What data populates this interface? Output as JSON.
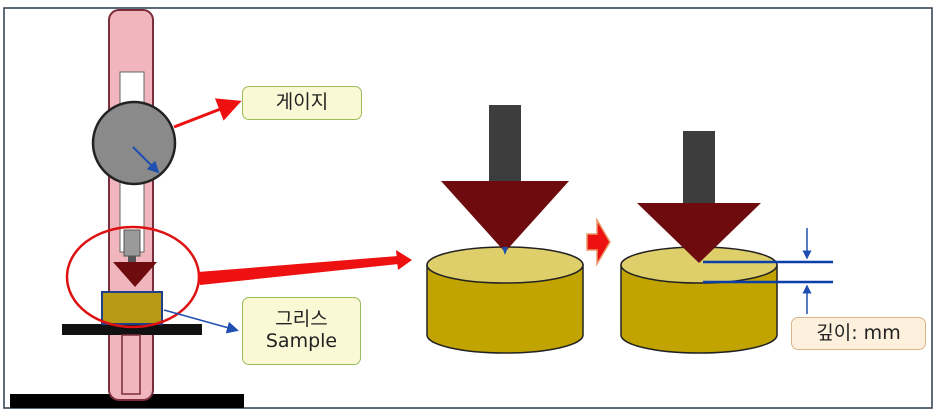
{
  "labels": {
    "gauge": "게이지",
    "grease": "그리스",
    "sample": "Sample",
    "depth": "깊이: mm"
  },
  "colors": {
    "background": "#ffffff",
    "frame_border": "#2b3a4d",
    "stand_pink": "#f0b5bd",
    "stand_pink_border": "#7a2d3a",
    "gauge_dial": "#8a8a8a",
    "cone_maroon": "#6e0b0e",
    "plunger_rod": "#3d3d3d",
    "sample_top": "#dfcf6a",
    "sample_body": "#c2a400",
    "arrow_red": "#ee1111",
    "depth_marker_blue": "#0a3fa8",
    "callout_fill": "#fbf8d6",
    "callout_border": "#9bbc5a",
    "ellipse_red": "#dd1111"
  }
}
